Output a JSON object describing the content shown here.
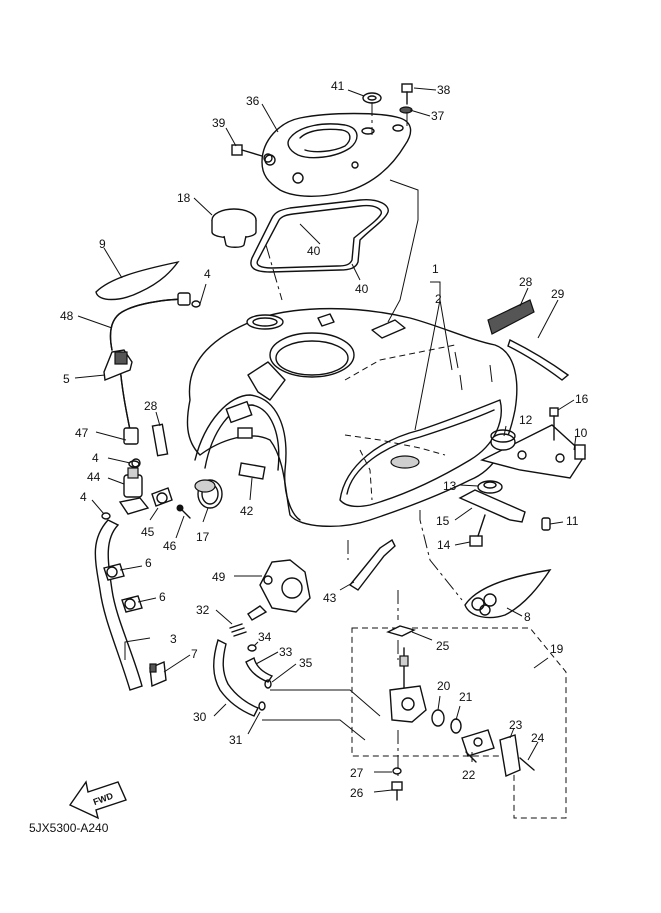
{
  "diagram": {
    "code": "5JX5300-A240",
    "fwd_label": "FWD",
    "callouts": [
      "1",
      "2",
      "3",
      "4",
      "4",
      "4",
      "5",
      "6",
      "6",
      "7",
      "8",
      "9",
      "10",
      "11",
      "12",
      "13",
      "14",
      "15",
      "16",
      "17",
      "18",
      "19",
      "20",
      "21",
      "22",
      "23",
      "24",
      "25",
      "26",
      "27",
      "28",
      "28",
      "29",
      "30",
      "31",
      "32",
      "33",
      "34",
      "35",
      "36",
      "37",
      "38",
      "39",
      "40",
      "40",
      "41",
      "42",
      "43",
      "44",
      "45",
      "46",
      "47",
      "48",
      "49"
    ]
  }
}
